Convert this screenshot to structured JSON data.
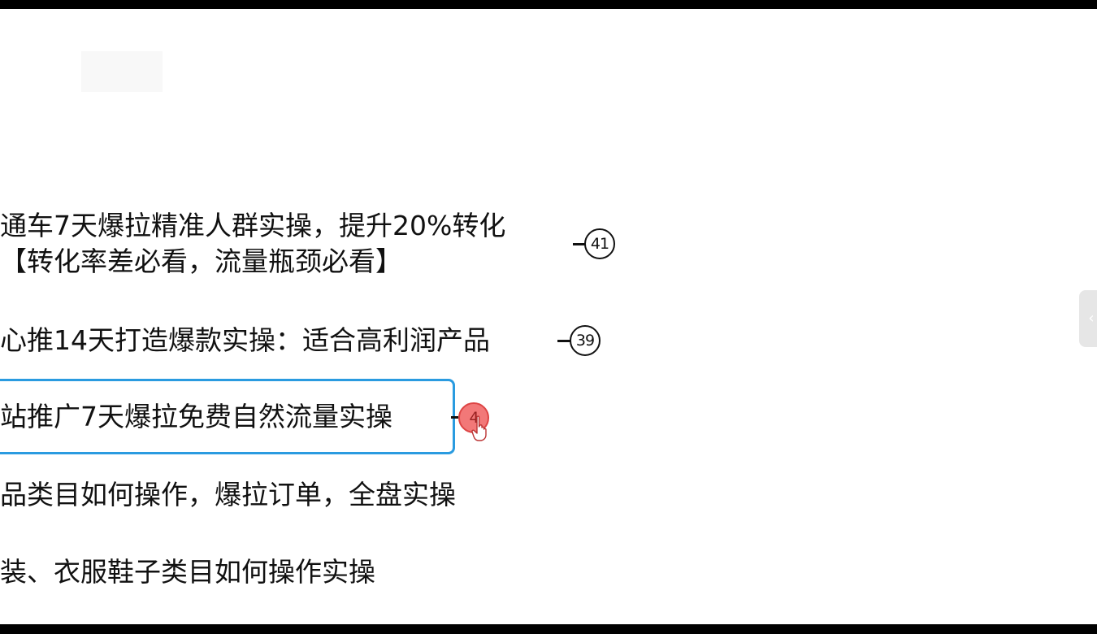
{
  "mindmap": {
    "nodes": [
      {
        "lines": [
          "通车7天爆拉精准人群实操，提升20%转化",
          "【转化率差必看，流量瓶颈必看】"
        ],
        "badge": "41"
      },
      {
        "lines": [
          "心推14天打造爆款实操：适合高利润产品"
        ],
        "badge": "39"
      },
      {
        "lines": [
          "站推广7天爆拉免费自然流量实操"
        ],
        "badge": "4"
      },
      {
        "lines": [
          "品类目如何操作，爆拉订单，全盘实操"
        ]
      },
      {
        "lines": [
          "装、衣服鞋子类目如何操作实操"
        ]
      }
    ]
  },
  "icons": {
    "cursor": "hand-pointer-icon",
    "side_tab": "chevron-left-icon"
  },
  "colors": {
    "selection_border": "#2a9be0",
    "active_badge": "#f27878"
  },
  "side_tab": {
    "glyph": "‹"
  }
}
